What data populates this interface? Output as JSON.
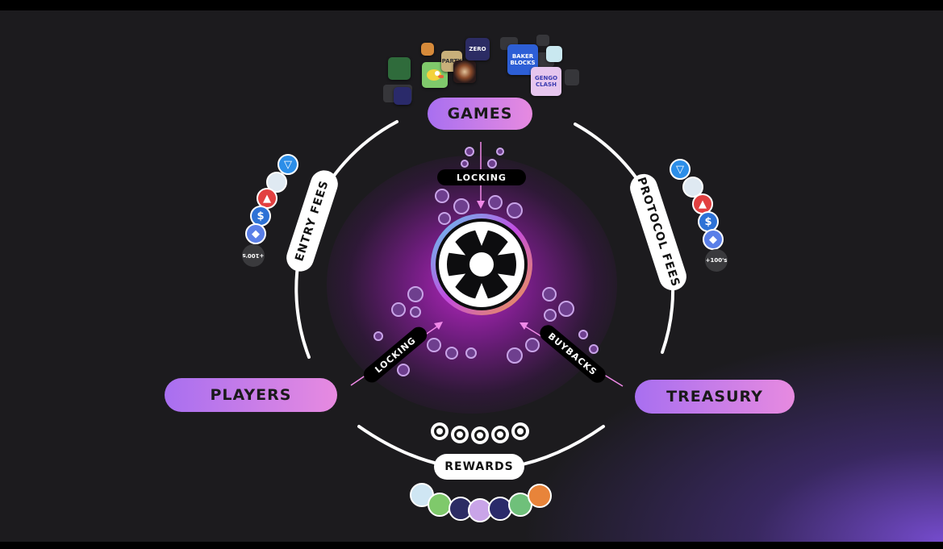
{
  "nodes": {
    "games": "GAMES",
    "players": "PLAYERS",
    "treasury": "TREASURY"
  },
  "flows": {
    "entry_fees": "ENTRY FEES",
    "protocol_fees": "PROTOCOL FEES",
    "rewards": "REWARDS",
    "locking_top": "LOCKING",
    "locking_left": "LOCKING",
    "buybacks": "BUYBACKS"
  },
  "payment_badges": {
    "left_more": "+100's",
    "right_more": "+100's"
  },
  "game_apps": {
    "baker_blocks": "BAKER BLOCKS",
    "gengo_clash": "GENGO CLASH",
    "zero": "ZERO",
    "party": "PARTY"
  },
  "colors": {
    "accent_purple": "#a86ff0",
    "accent_pink": "#e78ae0",
    "core_glow": "#be28c8"
  },
  "icons": [
    "ton-icon",
    "avalanche-icon",
    "usdc-icon",
    "ethereum-icon",
    "logo-icon",
    "token-icon"
  ]
}
